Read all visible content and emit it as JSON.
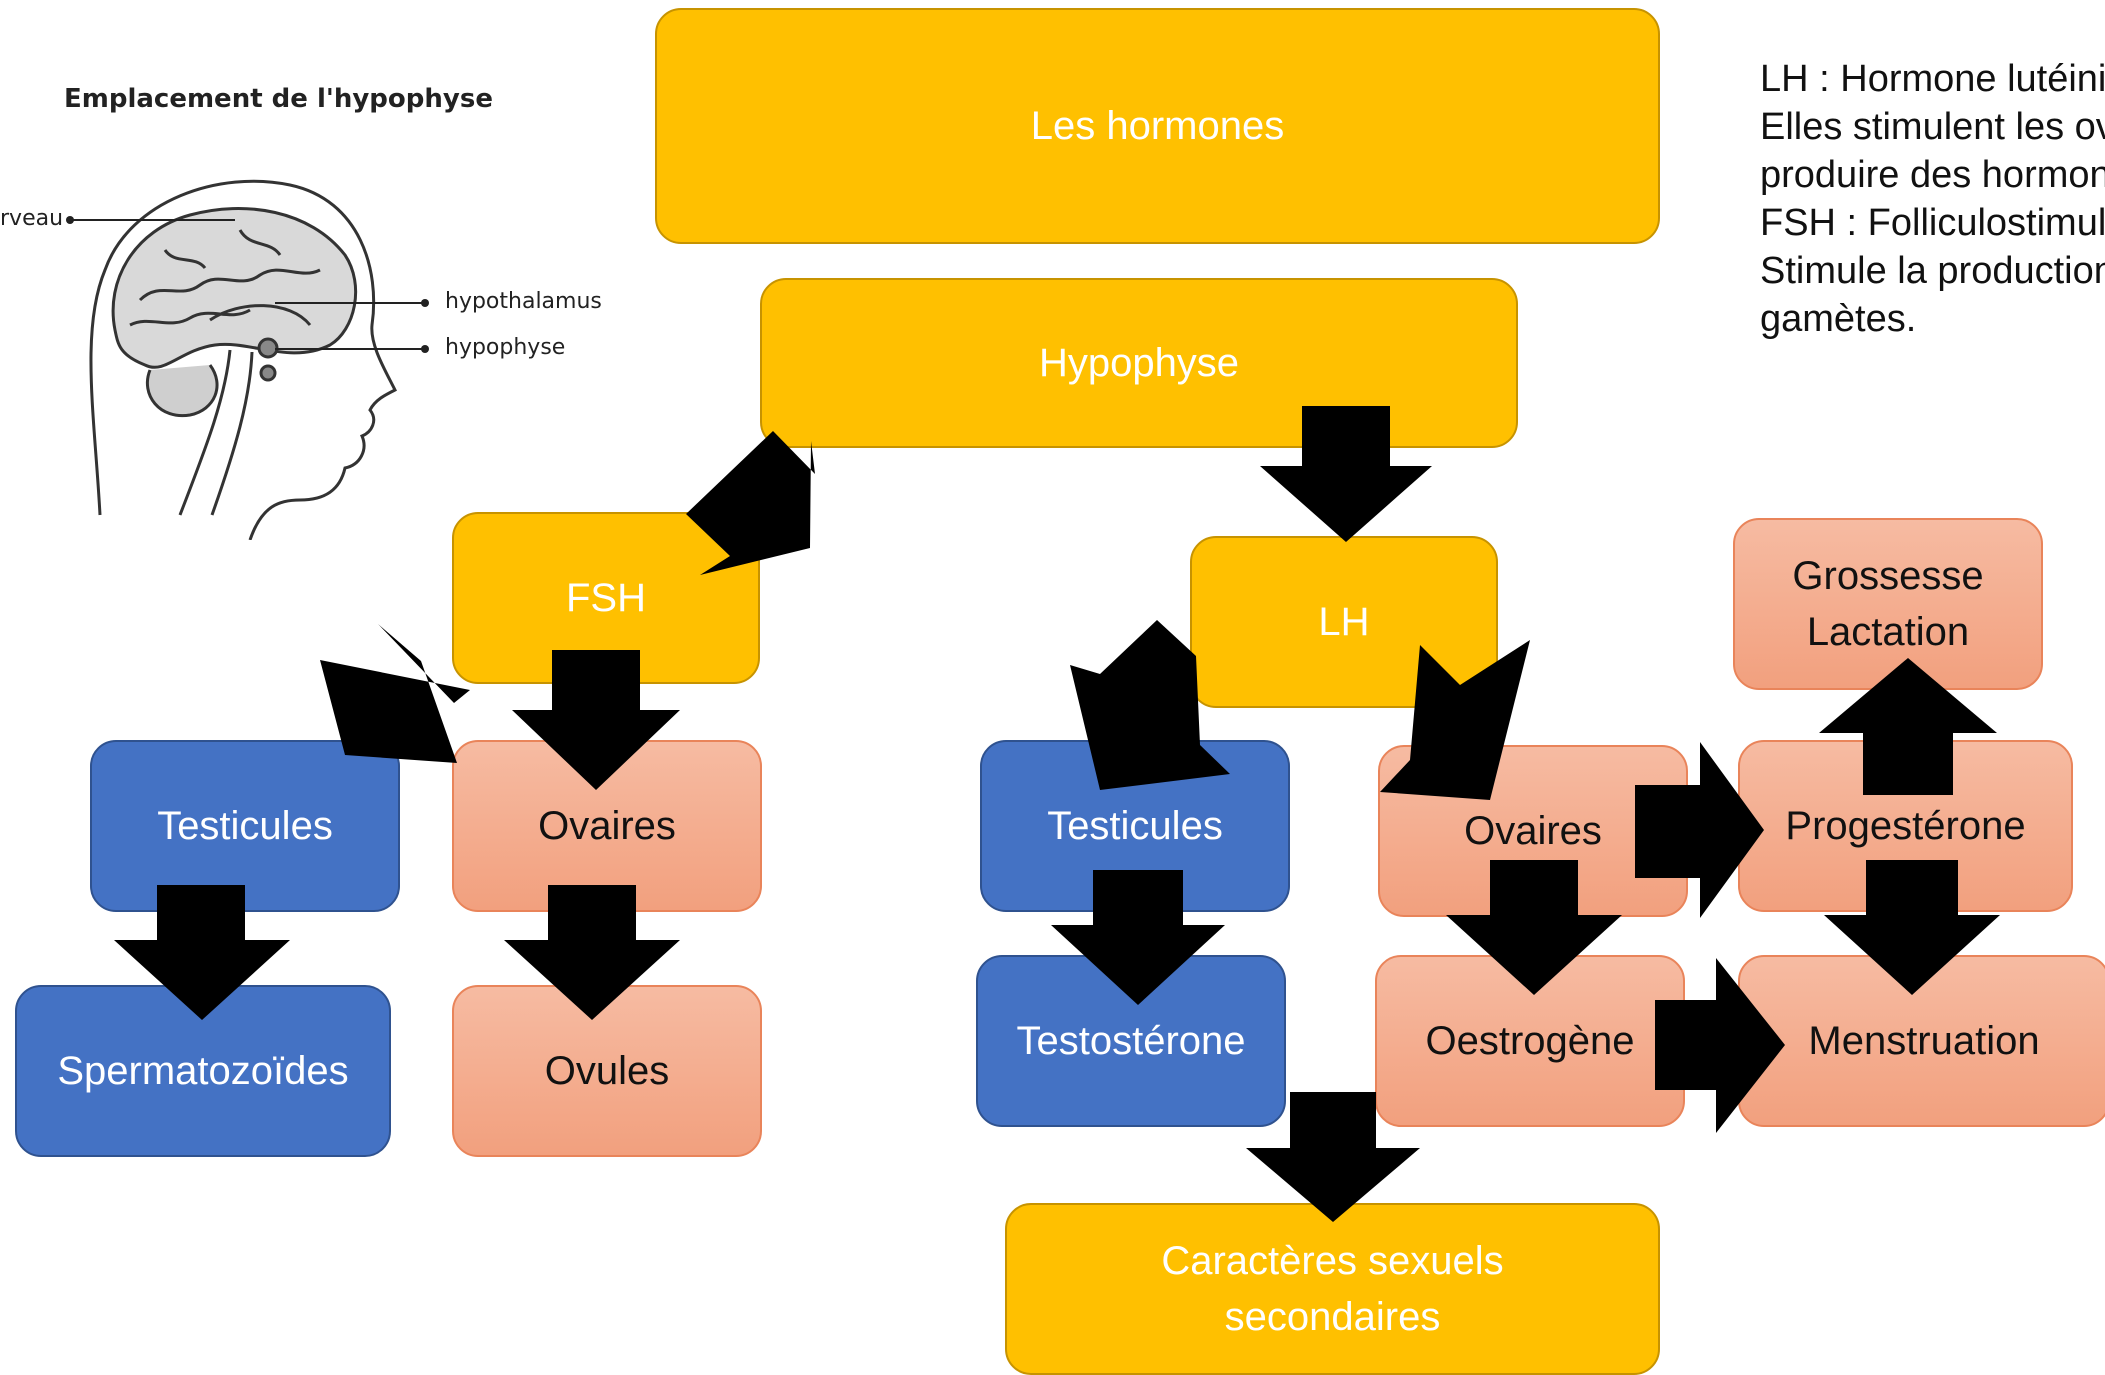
{
  "brain": {
    "title": "Emplacement de l'hypophyse",
    "label_cerveau": "rveau",
    "label_hypothalamus": "hypothalamus",
    "label_hypophyse": "hypophyse"
  },
  "info_lines": [
    "LH : Hormone lutéinisante.",
    "Elles stimulent les ovaires à",
    "produire des hormones.",
    "FSH : Folliculostimulante.",
    "Stimule la production des",
    "gamètes."
  ],
  "nodes": {
    "hormones": "Les hormones",
    "hypophyse": "Hypophyse",
    "fsh": "FSH",
    "lh": "LH",
    "testicules_left": "Testicules",
    "ovaires_left": "Ovaires",
    "spermatozoides": "Spermatozoïdes",
    "ovules": "Ovules",
    "testicules_right": "Testicules",
    "testosterone": "Testostérone",
    "ovaires_right": "Ovaires",
    "oestrogene": "Oestrogène",
    "progesterone": "Progestérone",
    "menstruation": "Menstruation",
    "grossesse": "Grossesse\nLactation",
    "caracteres": "Caractères sexuels\nsecondaires"
  },
  "colors": {
    "yellow": "#FFC000",
    "blue": "#4472C4",
    "salmon": "#F4B095",
    "arrow": "#000000"
  }
}
